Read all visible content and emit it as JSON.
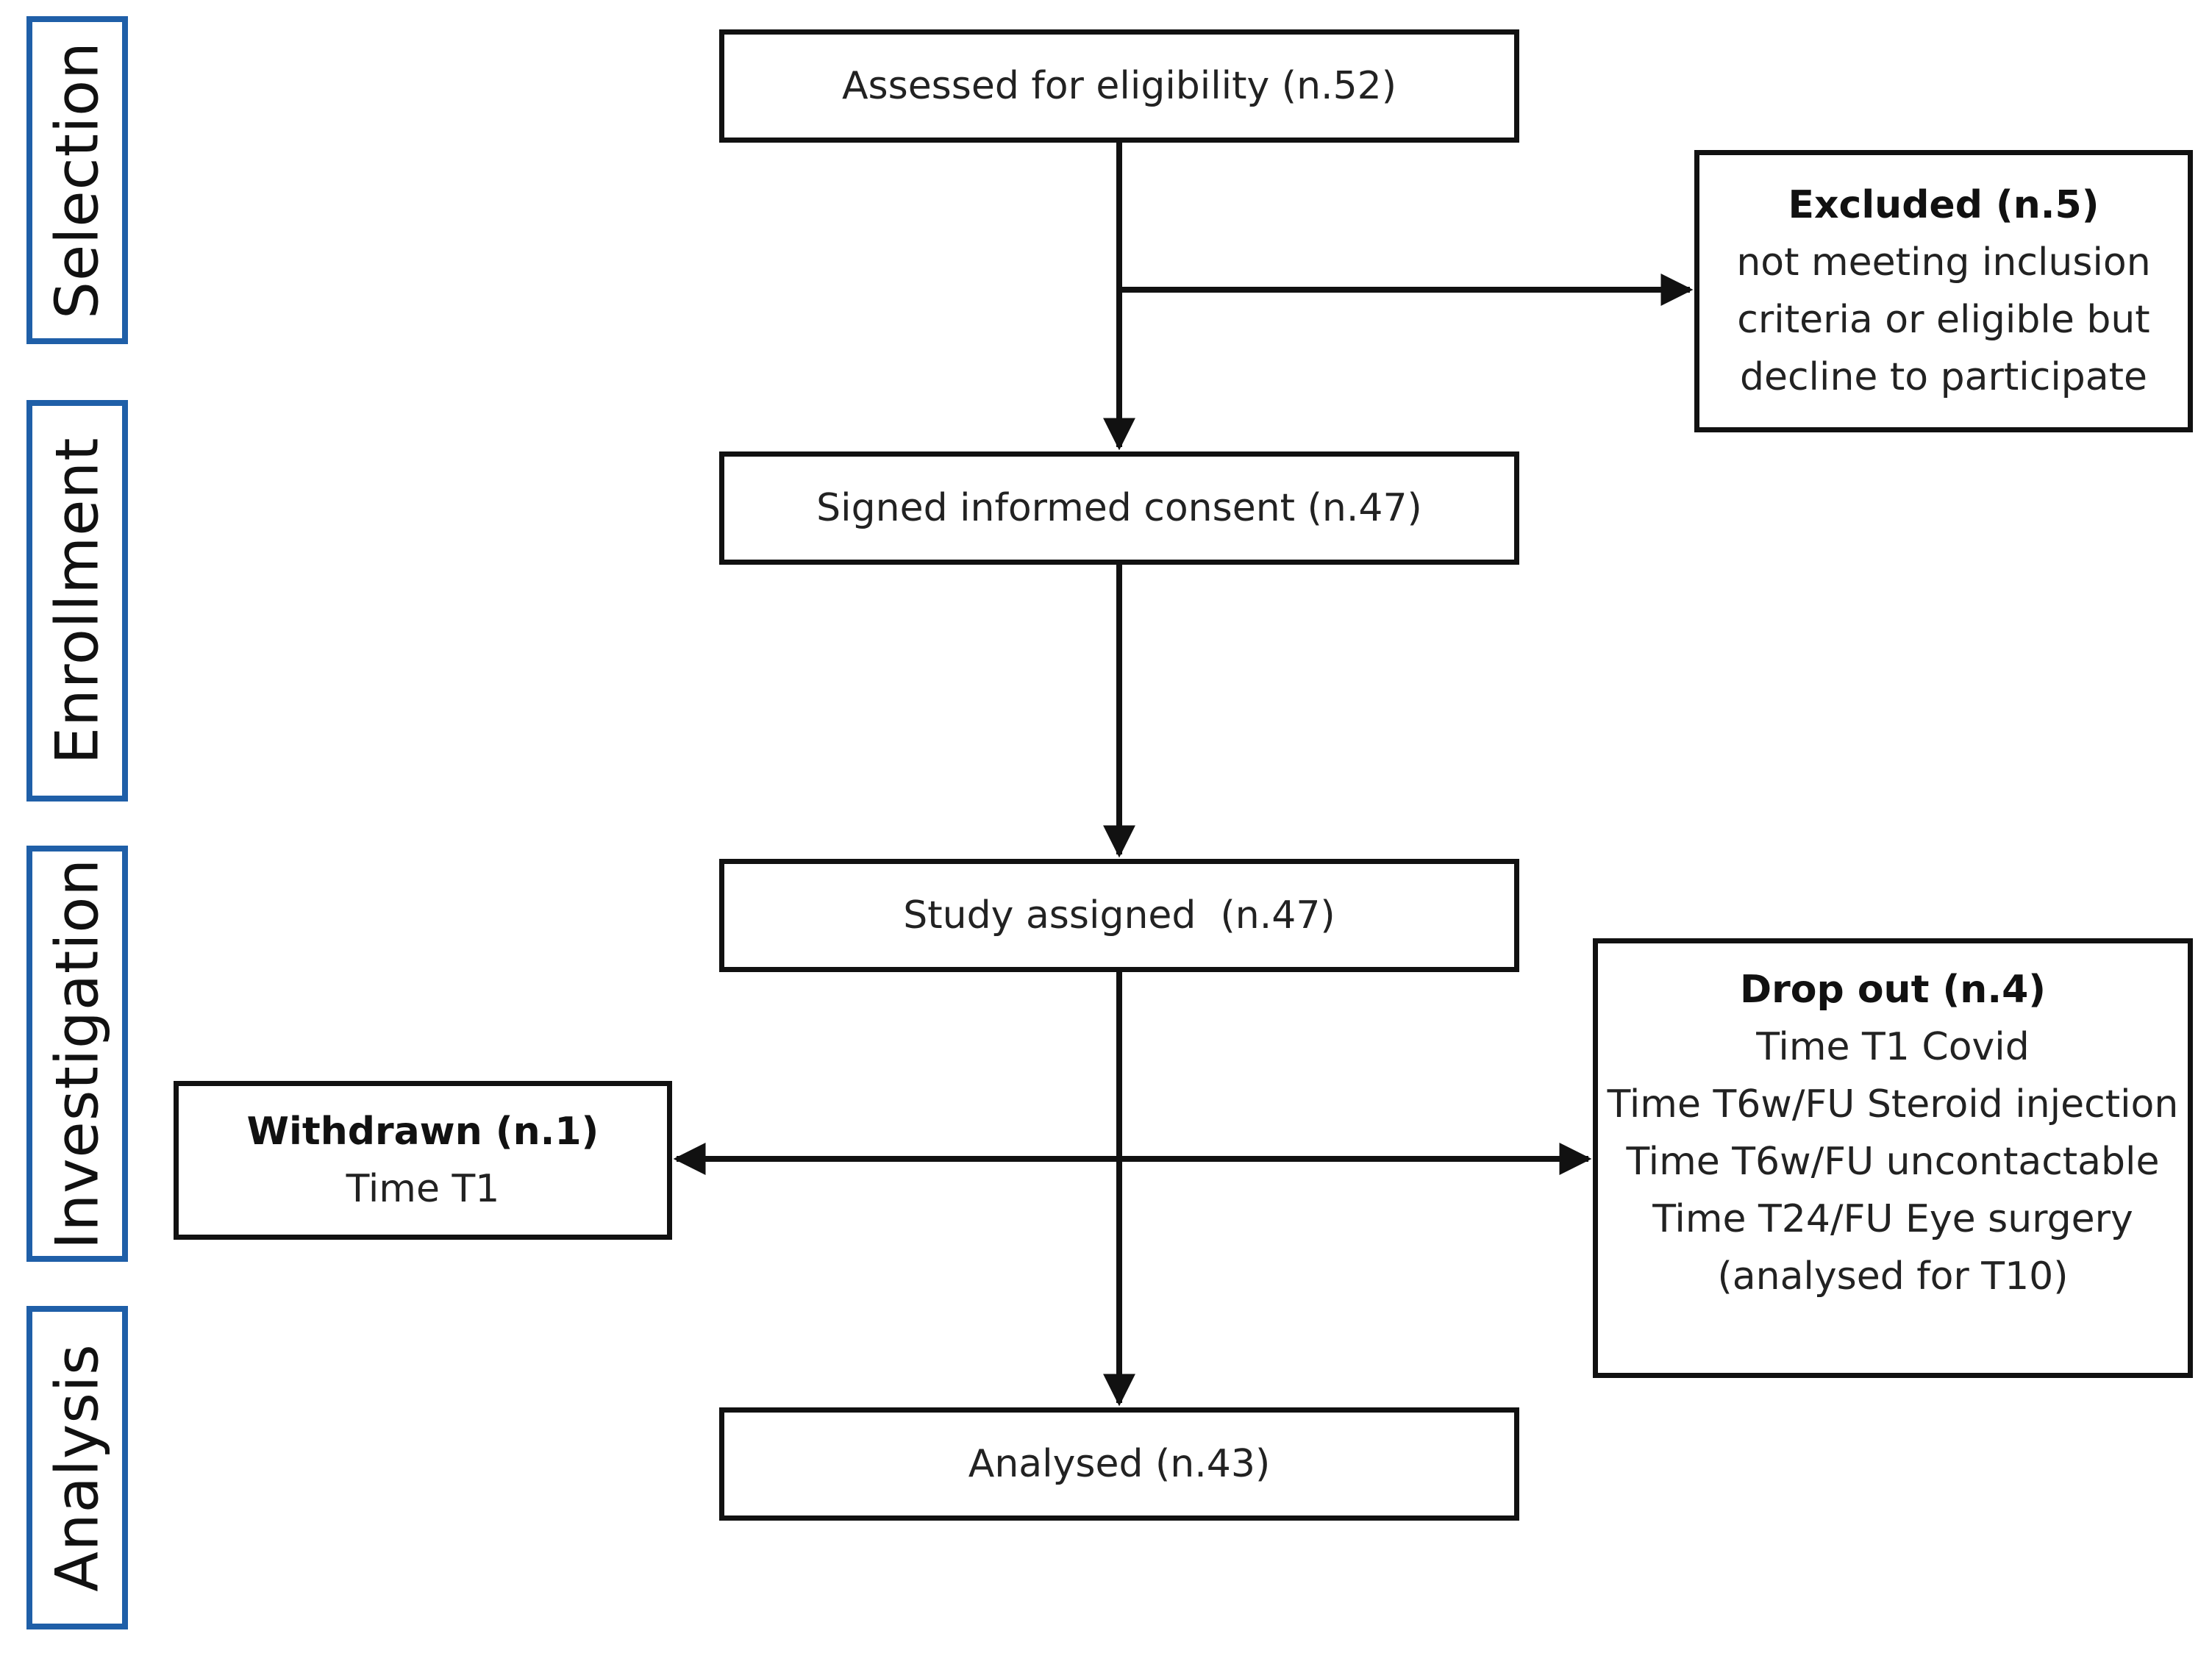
{
  "stages": {
    "selection": "Selection",
    "enrollment": "Enrollment",
    "investigation": "Investigation",
    "analysis": "Analysis"
  },
  "boxes": {
    "assessed": "Assessed for eligibility (n.52)",
    "signed": "Signed informed consent (n.47)",
    "study": "Study assigned  (n.47)",
    "analysed": "Analysed (n.43)"
  },
  "excluded": {
    "title": "Excluded (n.5)",
    "lines": [
      "not meeting inclusion",
      "criteria or eligible but",
      "decline to participate"
    ]
  },
  "withdrawn": {
    "title": "Withdrawn (n.1)",
    "lines": [
      "Time T1"
    ]
  },
  "dropout": {
    "title": "Drop out (n.4)",
    "lines": [
      "Time T1 Covid",
      "Time T6w/FU Steroid injection",
      "Time T6w/FU uncontactable",
      "Time T24/FU Eye surgery",
      "(analysed for T10)"
    ]
  },
  "colors": {
    "stage_border": "#1f5fa8",
    "box_border": "#111111",
    "arrow": "#111111"
  }
}
